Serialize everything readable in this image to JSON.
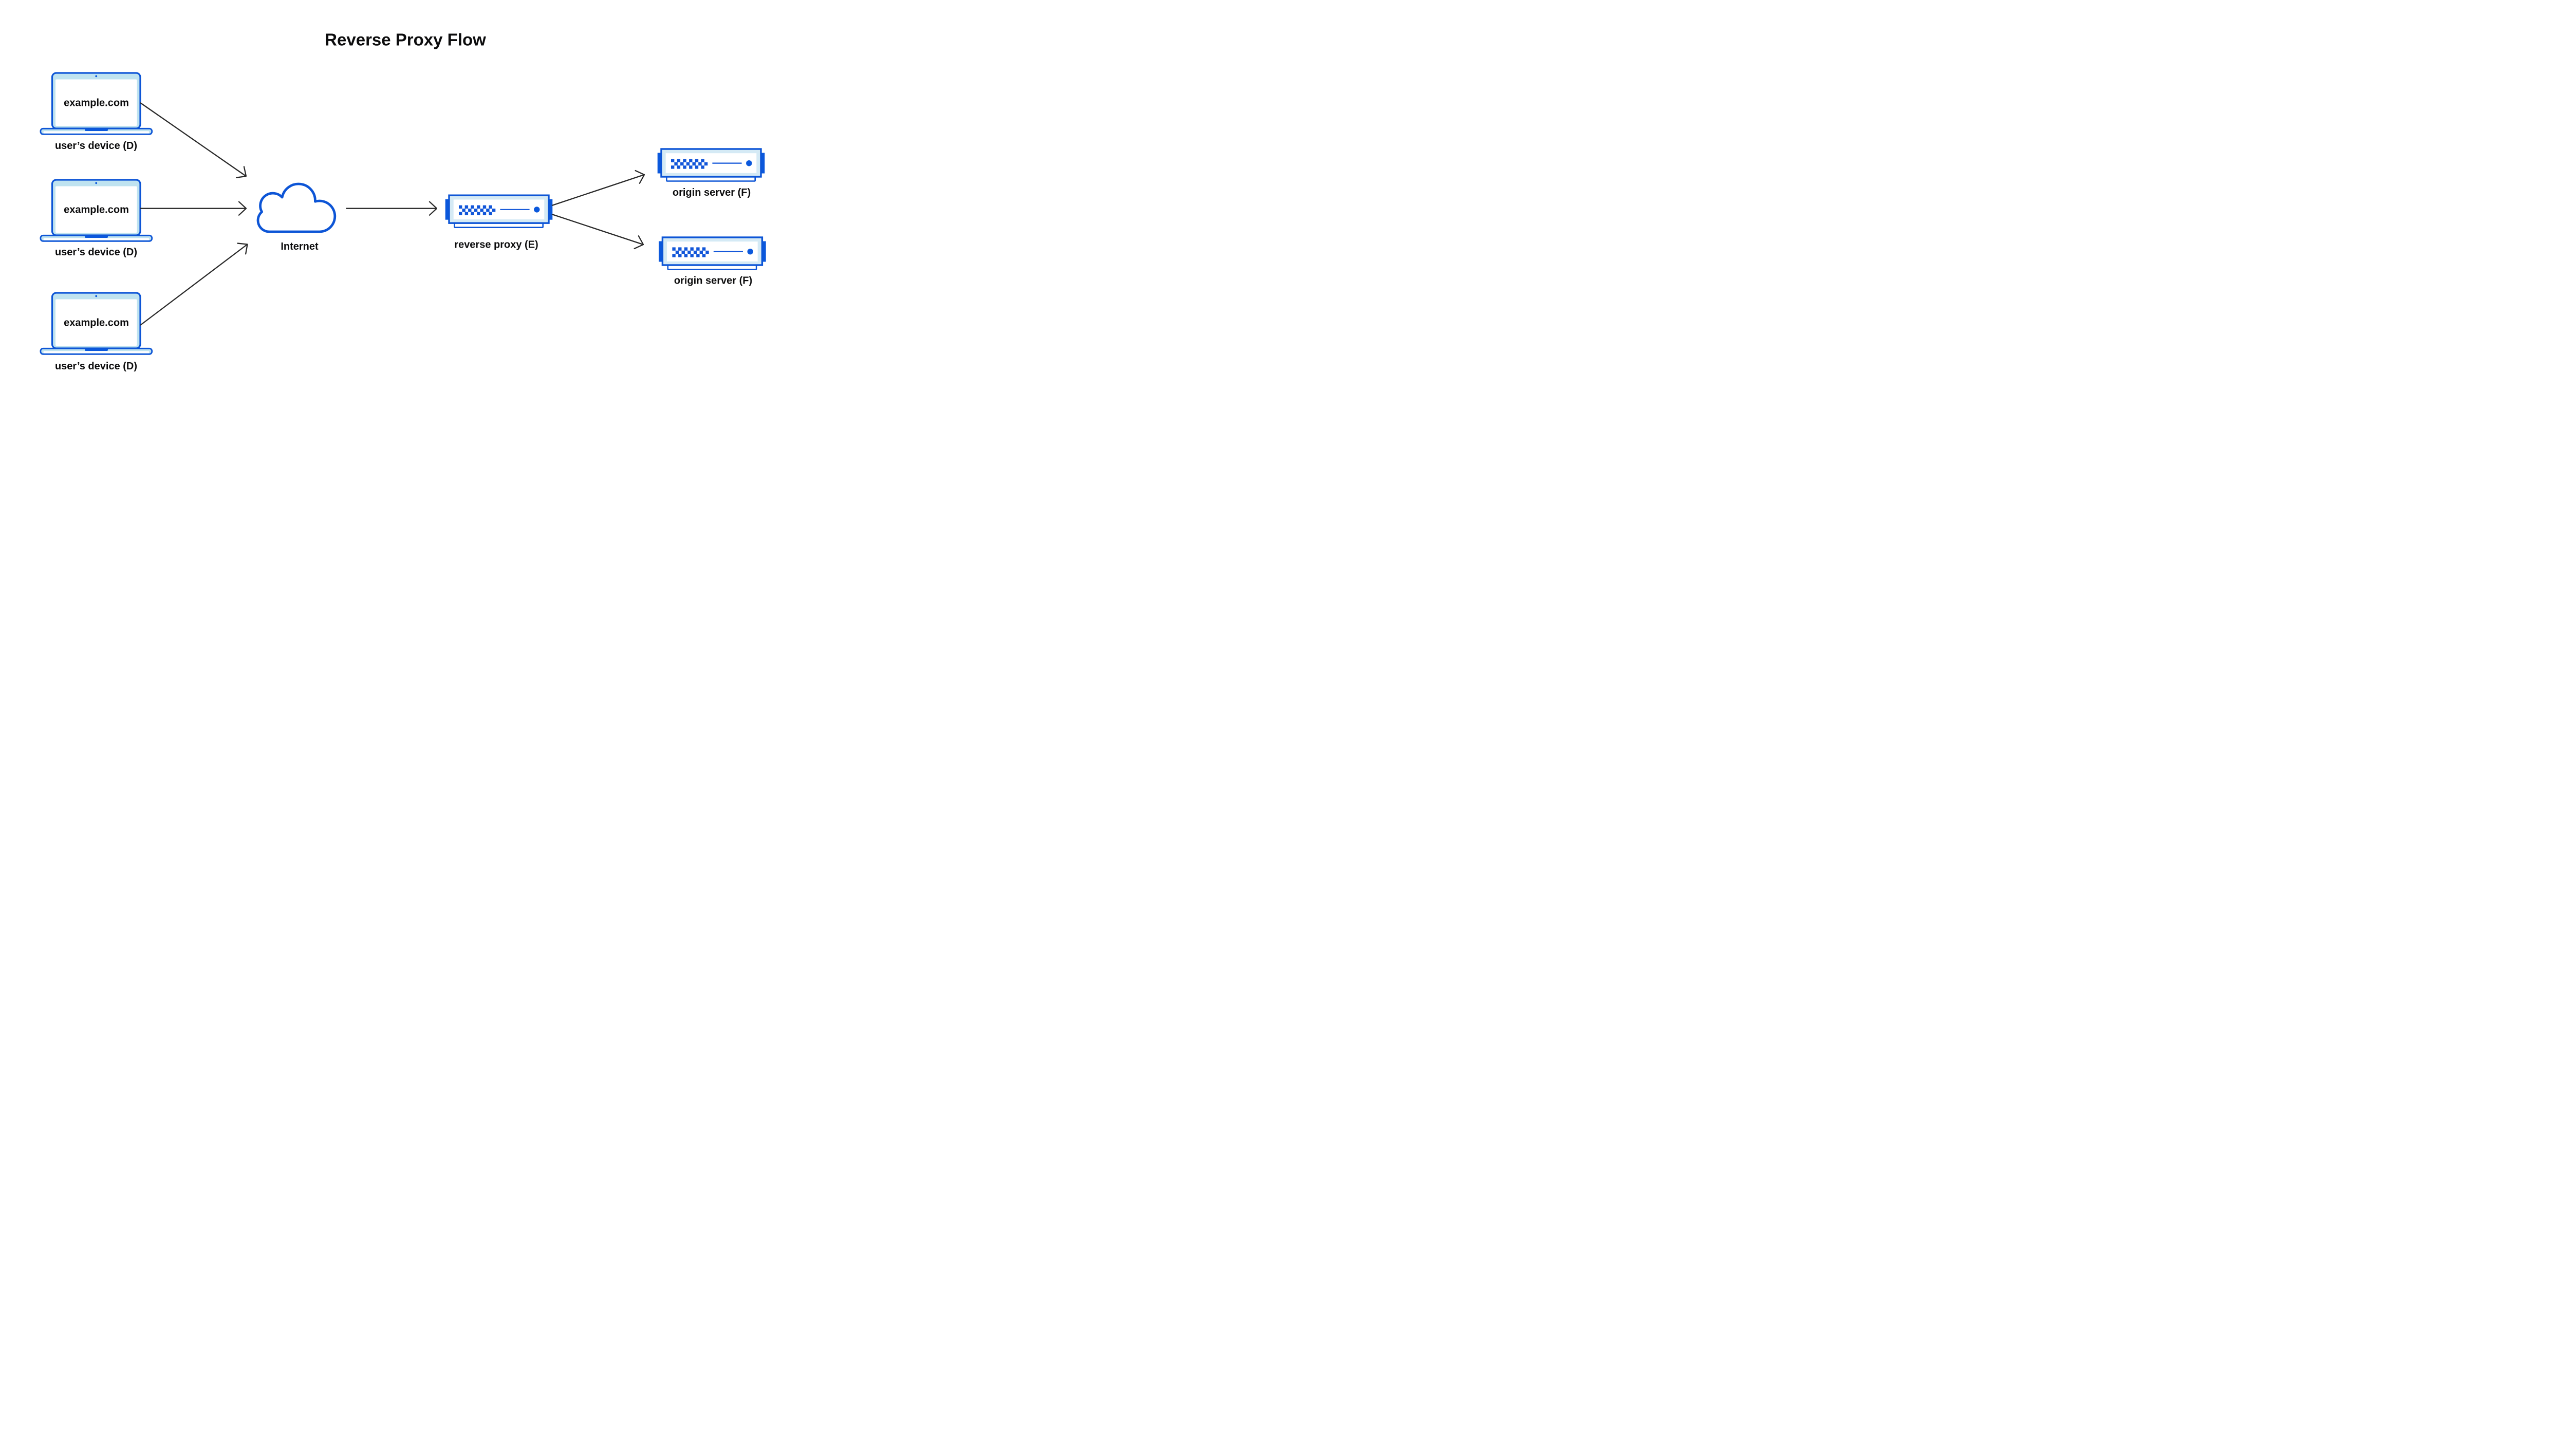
{
  "title": "Reverse Proxy Flow",
  "colors": {
    "outline_blue": "#0d55d6",
    "accent_blue": "#0b58dc",
    "detail_blue": "#1256d9",
    "laptop_fill": "#bfe3f0",
    "server_fill": "#d5eaf5",
    "arrow": "#2a2a2a",
    "text": "#0c0c0d",
    "background": "#ffffff"
  },
  "devices": [
    {
      "screen_text": "example.com",
      "label": "user’s device (D)"
    },
    {
      "screen_text": "example.com",
      "label": "user’s device (D)"
    },
    {
      "screen_text": "example.com",
      "label": "user’s device (D)"
    }
  ],
  "internet": {
    "label": "Internet"
  },
  "reverse_proxy": {
    "label": "reverse proxy (E)"
  },
  "origin_servers": [
    {
      "label": "origin server (F)"
    },
    {
      "label": "origin server (F)"
    }
  ],
  "edges": [
    {
      "from": "user-device-1",
      "to": "internet"
    },
    {
      "from": "user-device-2",
      "to": "internet"
    },
    {
      "from": "user-device-3",
      "to": "internet"
    },
    {
      "from": "internet",
      "to": "reverse-proxy"
    },
    {
      "from": "reverse-proxy",
      "to": "origin-server-1"
    },
    {
      "from": "reverse-proxy",
      "to": "origin-server-2"
    }
  ]
}
